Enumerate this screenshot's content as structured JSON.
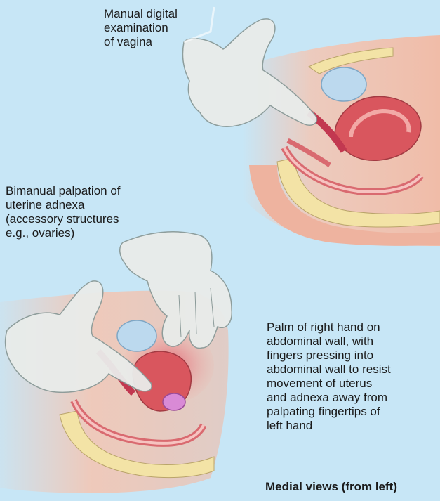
{
  "labels": {
    "manual": "Manual digital\nexamination\nof vagina",
    "bimanual": "Bimanual palpation of\nuterine adnexa\n(accessory structures\ne.g., ovaries)",
    "palm": "Palm of right hand on\nabdominal wall, with\nfingers pressing into\nabdominal wall to resist\nmovement of uterus\nand adnexa away from\npalpating fingertips of\nleft hand",
    "views": "Medial views (from left)"
  },
  "colors": {
    "background": "#c7e6f6",
    "skin": "#f3c6b4",
    "glove": "#e9ecea",
    "uterus": "#d9565e",
    "bladder": "#bcd9ee",
    "bone": "#f3e3a6",
    "rectum": "#d96a70"
  }
}
